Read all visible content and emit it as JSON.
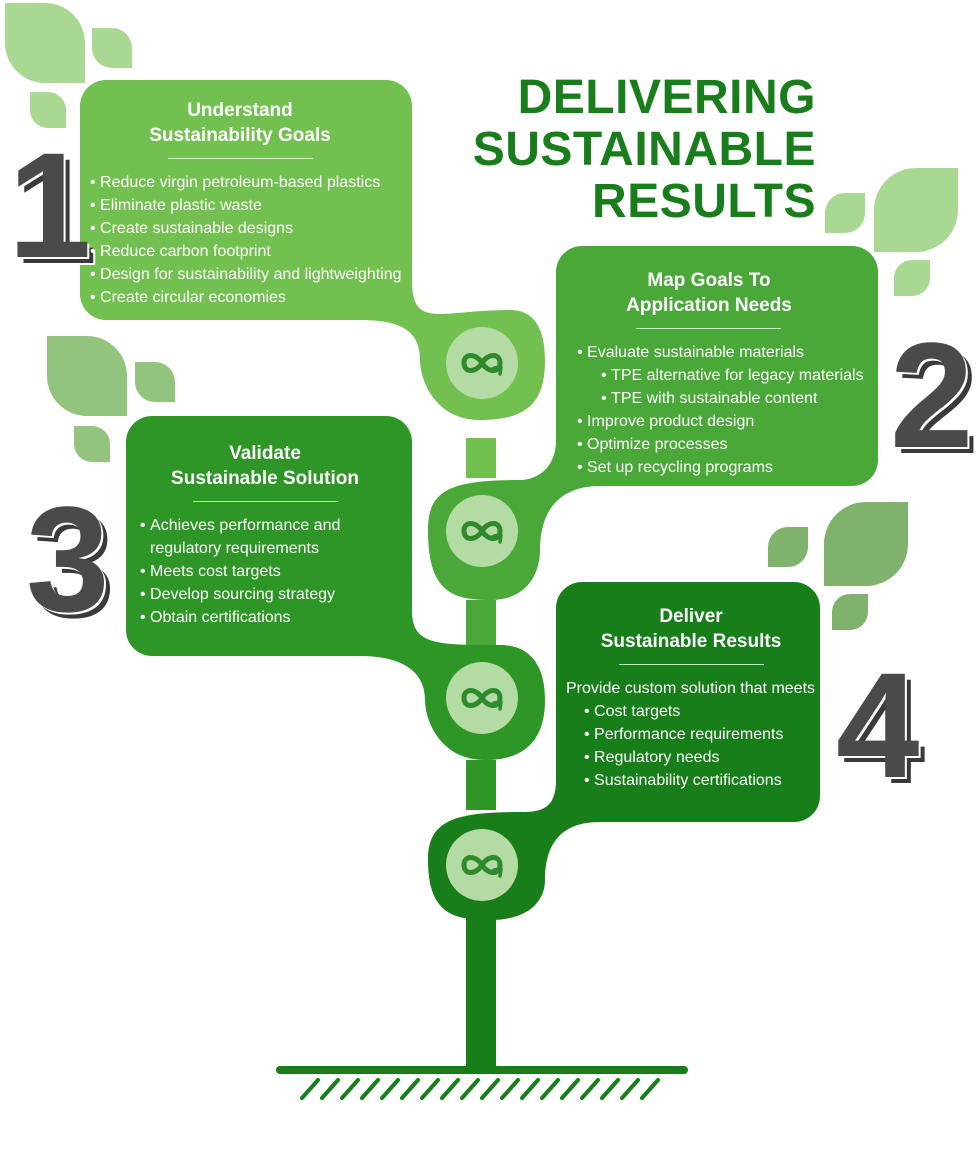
{
  "title_lines": [
    "DELIVERING",
    "SUSTAINABLE",
    "RESULTS"
  ],
  "steps": [
    {
      "number": "1",
      "heading_lines": [
        "Understand",
        "Sustainability Goals"
      ],
      "items": [
        "Reduce virgin petroleum-based plastics",
        "Eliminate plastic waste",
        "Create sustainable designs",
        "Reduce carbon footprint",
        "Design for sustainability and lightweighting",
        "Create circular economies"
      ]
    },
    {
      "number": "2",
      "heading_lines": [
        "Map Goals To",
        "Application Needs"
      ],
      "items": [
        "Evaluate sustainable materials",
        "TPE alternative for legacy materials",
        "TPE with sustainable content",
        "Improve product design",
        "Optimize processes",
        "Set up recycling programs"
      ]
    },
    {
      "number": "3",
      "heading_lines": [
        "Validate",
        "Sustainable Solution"
      ],
      "items": [
        "Achieves performance and regulatory requirements",
        "Meets cost targets",
        "Develop sourcing strategy",
        "Obtain certifications"
      ]
    },
    {
      "number": "4",
      "heading_lines": [
        "Deliver",
        "Sustainable Results"
      ],
      "intro": "Provide custom solution that meets",
      "items": [
        "Cost targets",
        "Performance requirements",
        "Regulatory needs",
        "Sustainability certifications"
      ]
    }
  ],
  "icon_name": "infinity-loop-icon",
  "colors": {
    "step1": "#72c050",
    "step2": "#4aa838",
    "step3": "#2e9626",
    "step4": "#177e19",
    "title": "#1a7d1c",
    "number": "#4a4a4a"
  }
}
